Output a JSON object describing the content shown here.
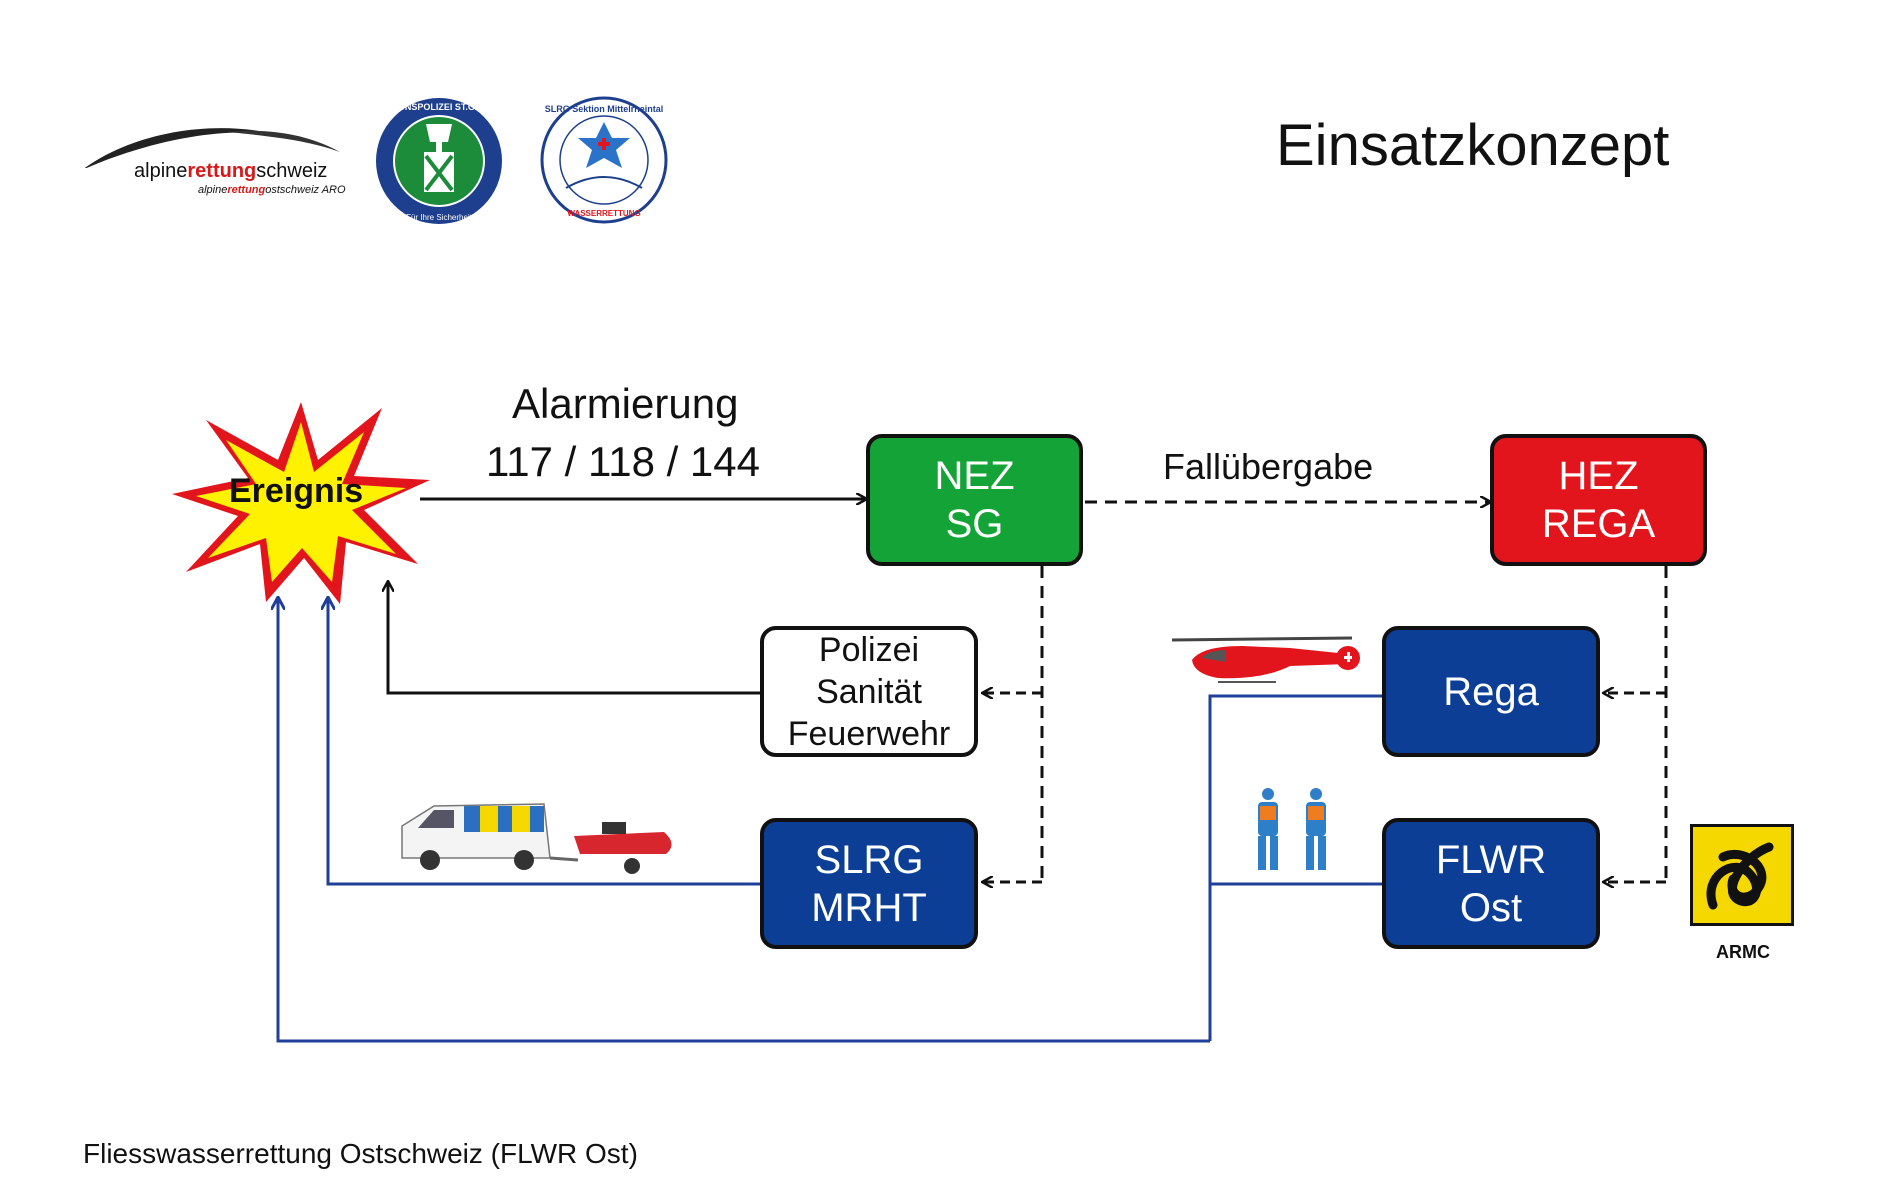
{
  "header": {
    "title": "Einsatzkonzept",
    "logo_main": {
      "prefix": "alpine",
      "highlight": "rettung",
      "suffix": "schweiz"
    },
    "logo_sub": {
      "prefix": "alpine",
      "highlight": "rettung",
      "suffix": "ostschweiz ARO"
    },
    "police_logo_ring": "KANTONSPOLIZEI ST.GALLEN",
    "police_logo_bottom": "Für Ihre Sicherheit",
    "slrg_logo_ring": "SLRG Sektion Mittelrheintal",
    "slrg_logo_bottom": "WASSERRETTUNG"
  },
  "diagram": {
    "event": "Ereignis",
    "alarm_label": "Alarmierung",
    "alarm_numbers": "117 / 118 / 144",
    "handover_label": "Fallübergabe",
    "nez": {
      "line1": "NEZ",
      "line2": "SG"
    },
    "hez": {
      "line1": "HEZ",
      "line2": "REGA"
    },
    "services": {
      "line1": "Polizei",
      "line2": "Sanität",
      "line3": "Feuerwehr"
    },
    "slrg": {
      "line1": "SLRG",
      "line2": "MRHT"
    },
    "rega": {
      "line1": "Rega"
    },
    "flwr": {
      "line1": "FLWR",
      "line2": "Ost"
    },
    "armc_label": "ARMC"
  },
  "footer": {
    "text": "Fliesswasserrettung Ostschweiz (FLWR Ost)"
  },
  "colors": {
    "nez": "#14a336",
    "hez": "#e2141c",
    "unit": "#0d3e96",
    "flow_line": "#1f3f9a",
    "star_outer": "#e2141c",
    "star_inner": "#fff200",
    "armc": "#f5d800"
  }
}
